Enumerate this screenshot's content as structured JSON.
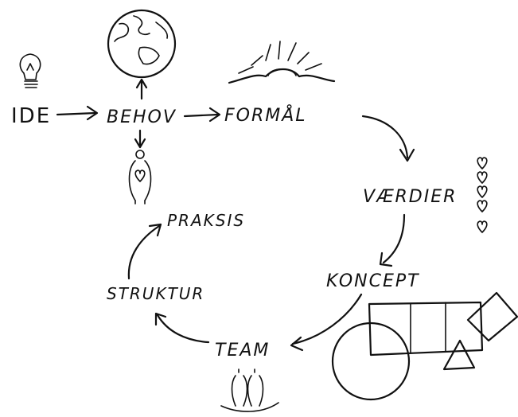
{
  "labels": {
    "ide": "IDE",
    "behov": "BEHOV",
    "formal": "FORMÅL",
    "vaerdier": "VÆRDIER",
    "koncept": "KONCEPT",
    "team": "TEAM",
    "struktur": "STRUKTUR",
    "praksis": "PRAKSIS"
  },
  "colors": {
    "ink": "#111111",
    "paper": "#ffffff"
  },
  "icons": [
    "lightbulb-icon",
    "globe-icon",
    "sunrise-icon",
    "person-heart-icon",
    "hearts-icon",
    "shapes-icon",
    "people-icon"
  ]
}
